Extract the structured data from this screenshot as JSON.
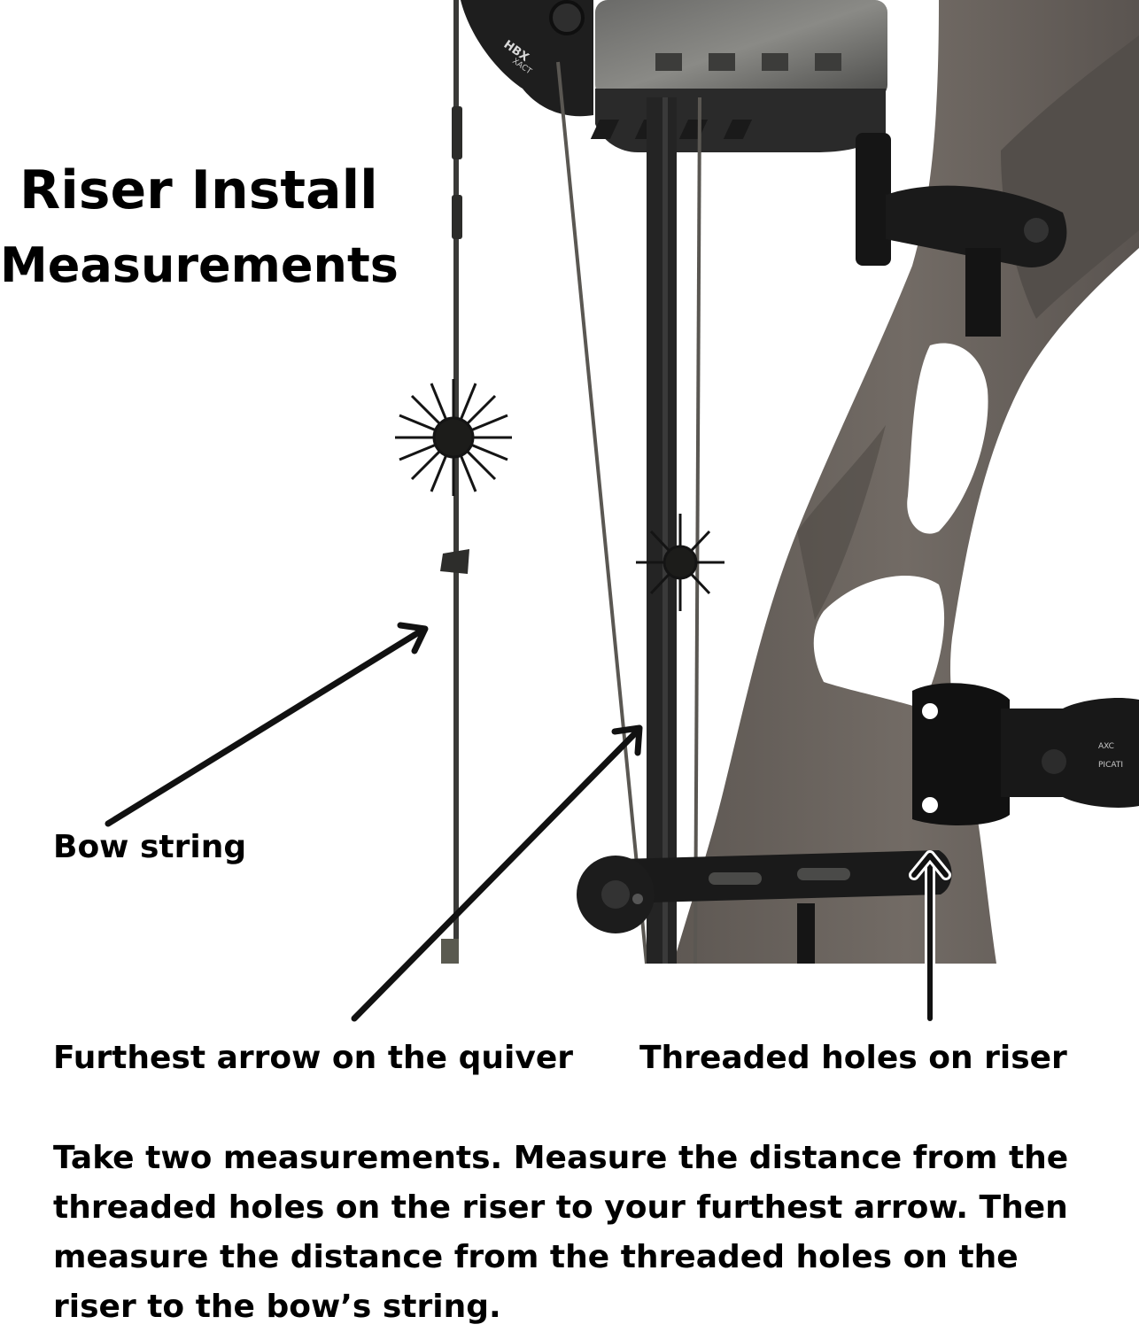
{
  "title": {
    "line1": "Riser Install",
    "line2": "Measurements"
  },
  "callouts": {
    "bow_string": "Bow string",
    "furthest_arrow": "Furthest arrow on the quiver",
    "threaded_holes": "Threaded holes on riser"
  },
  "instructions": "Take two measurements. Measure the distance from the threaded holes on the riser to your furthest arrow. Then measure the distance from the threaded holes on the riser to the bow’s string.",
  "bow_markings": {
    "cam_logo": "HBX",
    "cam_model": "XACT",
    "sight_brand": "AXC",
    "sight_sub": "PICATI"
  },
  "colors": {
    "riser": "#6b6560",
    "riser_dark": "#4a4542",
    "hardware": "#1c1c1c",
    "arrow": "#000000",
    "text": "#000000"
  }
}
